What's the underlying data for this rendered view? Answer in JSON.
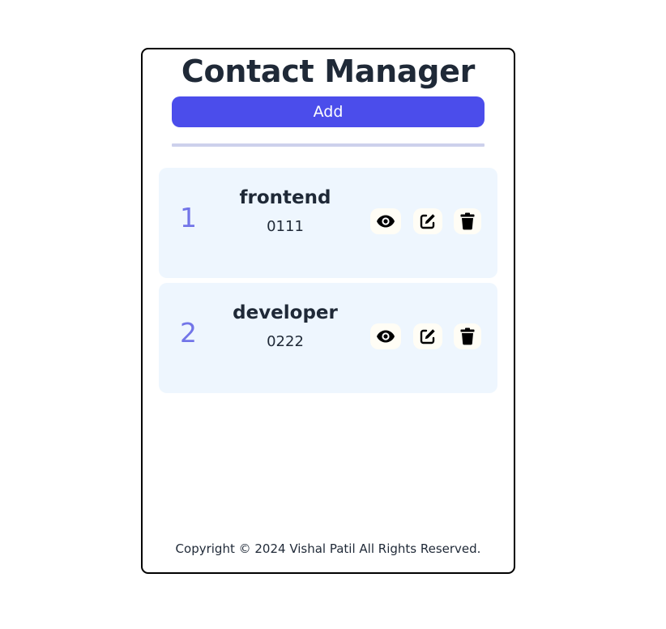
{
  "app": {
    "title": "Contact Manager",
    "add_label": "Add"
  },
  "contacts": [
    {
      "index": "1",
      "name": "frontend",
      "phone": "0111"
    },
    {
      "index": "2",
      "name": "developer",
      "phone": "0222"
    }
  ],
  "actions": {
    "view_icon": "eye-icon",
    "edit_icon": "edit-icon",
    "delete_icon": "trash-icon"
  },
  "footer": {
    "text": "Copyright © 2024 Vishal Patil All Rights Reserved."
  },
  "colors": {
    "accent": "#4b4deb",
    "card_bg": "#eef6fe",
    "index_color": "#7275e8",
    "divider": "#cdd1ec"
  }
}
